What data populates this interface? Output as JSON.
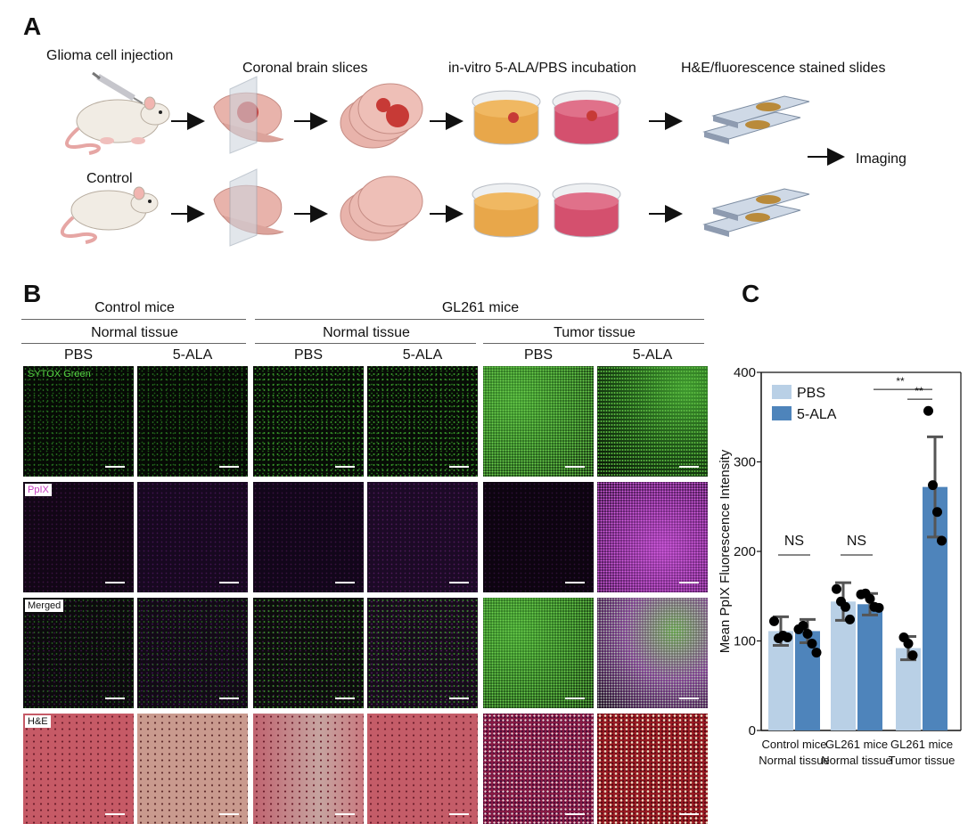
{
  "panel_a": {
    "letter": "A",
    "labels": {
      "injection": "Glioma cell injection",
      "control": "Control",
      "slices": "Coronal brain slices",
      "incubation": "in-vitro 5-ALA/PBS incubation",
      "stained": "H&E/fluorescence stained slides",
      "imaging": "Imaging"
    },
    "colors": {
      "pbs_dish": "#e8a74a",
      "ala_dish": "#d4506e",
      "tumor": "#c73a36",
      "brain": "#e8b3ab",
      "slide_tissue": "#b98a3a"
    }
  },
  "panel_b": {
    "letter": "B",
    "groups": {
      "control": "Control mice",
      "gl261": "GL261 mice"
    },
    "tissues": {
      "control_normal": "Normal tissue",
      "gl261_normal": "Normal tissue",
      "gl261_tumor": "Tumor tissue"
    },
    "columns": [
      "PBS",
      "5-ALA",
      "PBS",
      "5-ALA",
      "PBS",
      "5-ALA"
    ],
    "row_tags": {
      "sytox": "SYTOX Green",
      "ppix": "PpIX",
      "merged": "Merged",
      "he": "H&E"
    }
  },
  "panel_c": {
    "letter": "C",
    "chart_data": {
      "type": "bar",
      "categories": [
        "Control mice\nNormal tissue",
        "GL261 mice\nNormal tissue",
        "GL261 mice\nTumor tissue"
      ],
      "category_lines": [
        [
          "Control mice",
          "Normal tissue"
        ],
        [
          "GL261 mice",
          "Normal tissue"
        ],
        [
          "GL261 mice",
          "Tumor tissue"
        ]
      ],
      "series": [
        {
          "name": "PBS",
          "color": "#b9d0e6",
          "values": [
            111,
            144,
            92
          ],
          "errors": [
            16,
            21,
            13
          ],
          "points": [
            [
              122,
              103,
              106,
              104
            ],
            [
              158,
              144,
              138,
              124
            ],
            [
              104,
              97,
              84
            ]
          ]
        },
        {
          "name": "5-ALA",
          "color": "#4e84bb",
          "values": [
            111,
            141,
            272
          ],
          "errors": [
            13,
            12,
            56
          ],
          "points": [
            [
              113,
              117,
              108,
              97,
              87
            ],
            [
              152,
              153,
              147,
              138,
              137
            ],
            [
              357,
              274,
              244,
              212
            ]
          ]
        }
      ],
      "ylabel": "Mean PpIX Fluorescence Intensity",
      "ylim": [
        0,
        400
      ],
      "yticks": [
        0,
        100,
        200,
        300,
        400
      ],
      "annotations": {
        "ns1": "NS",
        "ns2": "NS",
        "sig_outer": "**",
        "sig_inner": "**"
      },
      "legend": "top-left"
    }
  }
}
